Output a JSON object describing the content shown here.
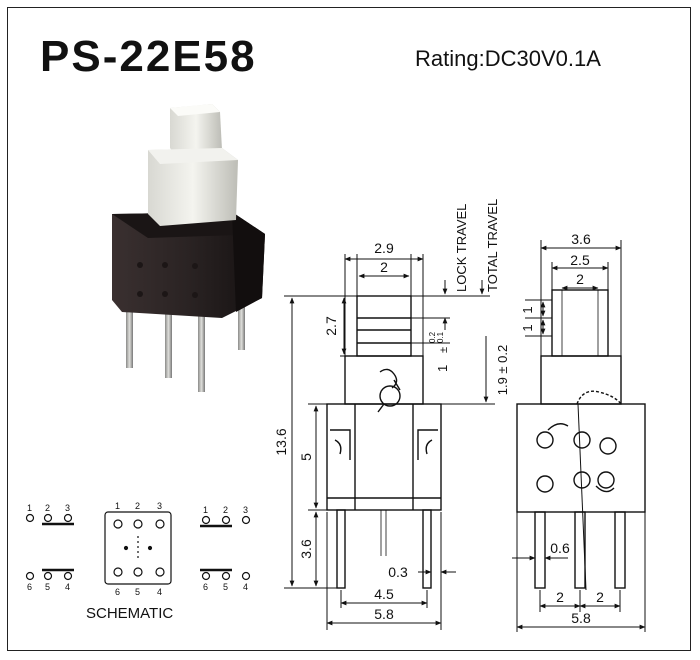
{
  "header": {
    "title": "PS-22E58",
    "rating": "Rating:DC30V0.1A"
  },
  "schematic": {
    "label": "SCHEMATIC",
    "pins_top": [
      "1",
      "2",
      "3"
    ],
    "pins_bottom_left": [
      "6",
      "5",
      "4"
    ],
    "pins_bottom_middle": [
      "6",
      "5",
      "4"
    ],
    "pins_bottom_right": [
      "6",
      "5",
      "4"
    ]
  },
  "side_view": {
    "dim_top_width": "2.9",
    "dim_plunger_width": "2",
    "dim_plunger_height": "2.7",
    "dim_total_height": "13.6",
    "dim_body_height": "5",
    "dim_pin_length": "3.6",
    "dim_pin_thickness": "0.3",
    "dim_pin_spacing": "4.5",
    "dim_body_width": "5.8",
    "lock_travel": "LOCK TRAVEL",
    "total_travel": "TOTAL TRAVEL",
    "lock_travel_value": "1",
    "lock_travel_tol_upper": "0.2",
    "lock_travel_tol_lower": "0.1",
    "total_travel_value": "1.9 ± 0.2"
  },
  "front_view": {
    "dim_top_width": "3.6",
    "dim_mid_width": "2.5",
    "dim_plunger_width": "2",
    "dim_step_1": "1",
    "dim_step_2": "1",
    "dim_pin_width": "0.6",
    "dim_pin_pitch_left": "2",
    "dim_pin_pitch_right": "2",
    "dim_body_width": "5.8"
  }
}
